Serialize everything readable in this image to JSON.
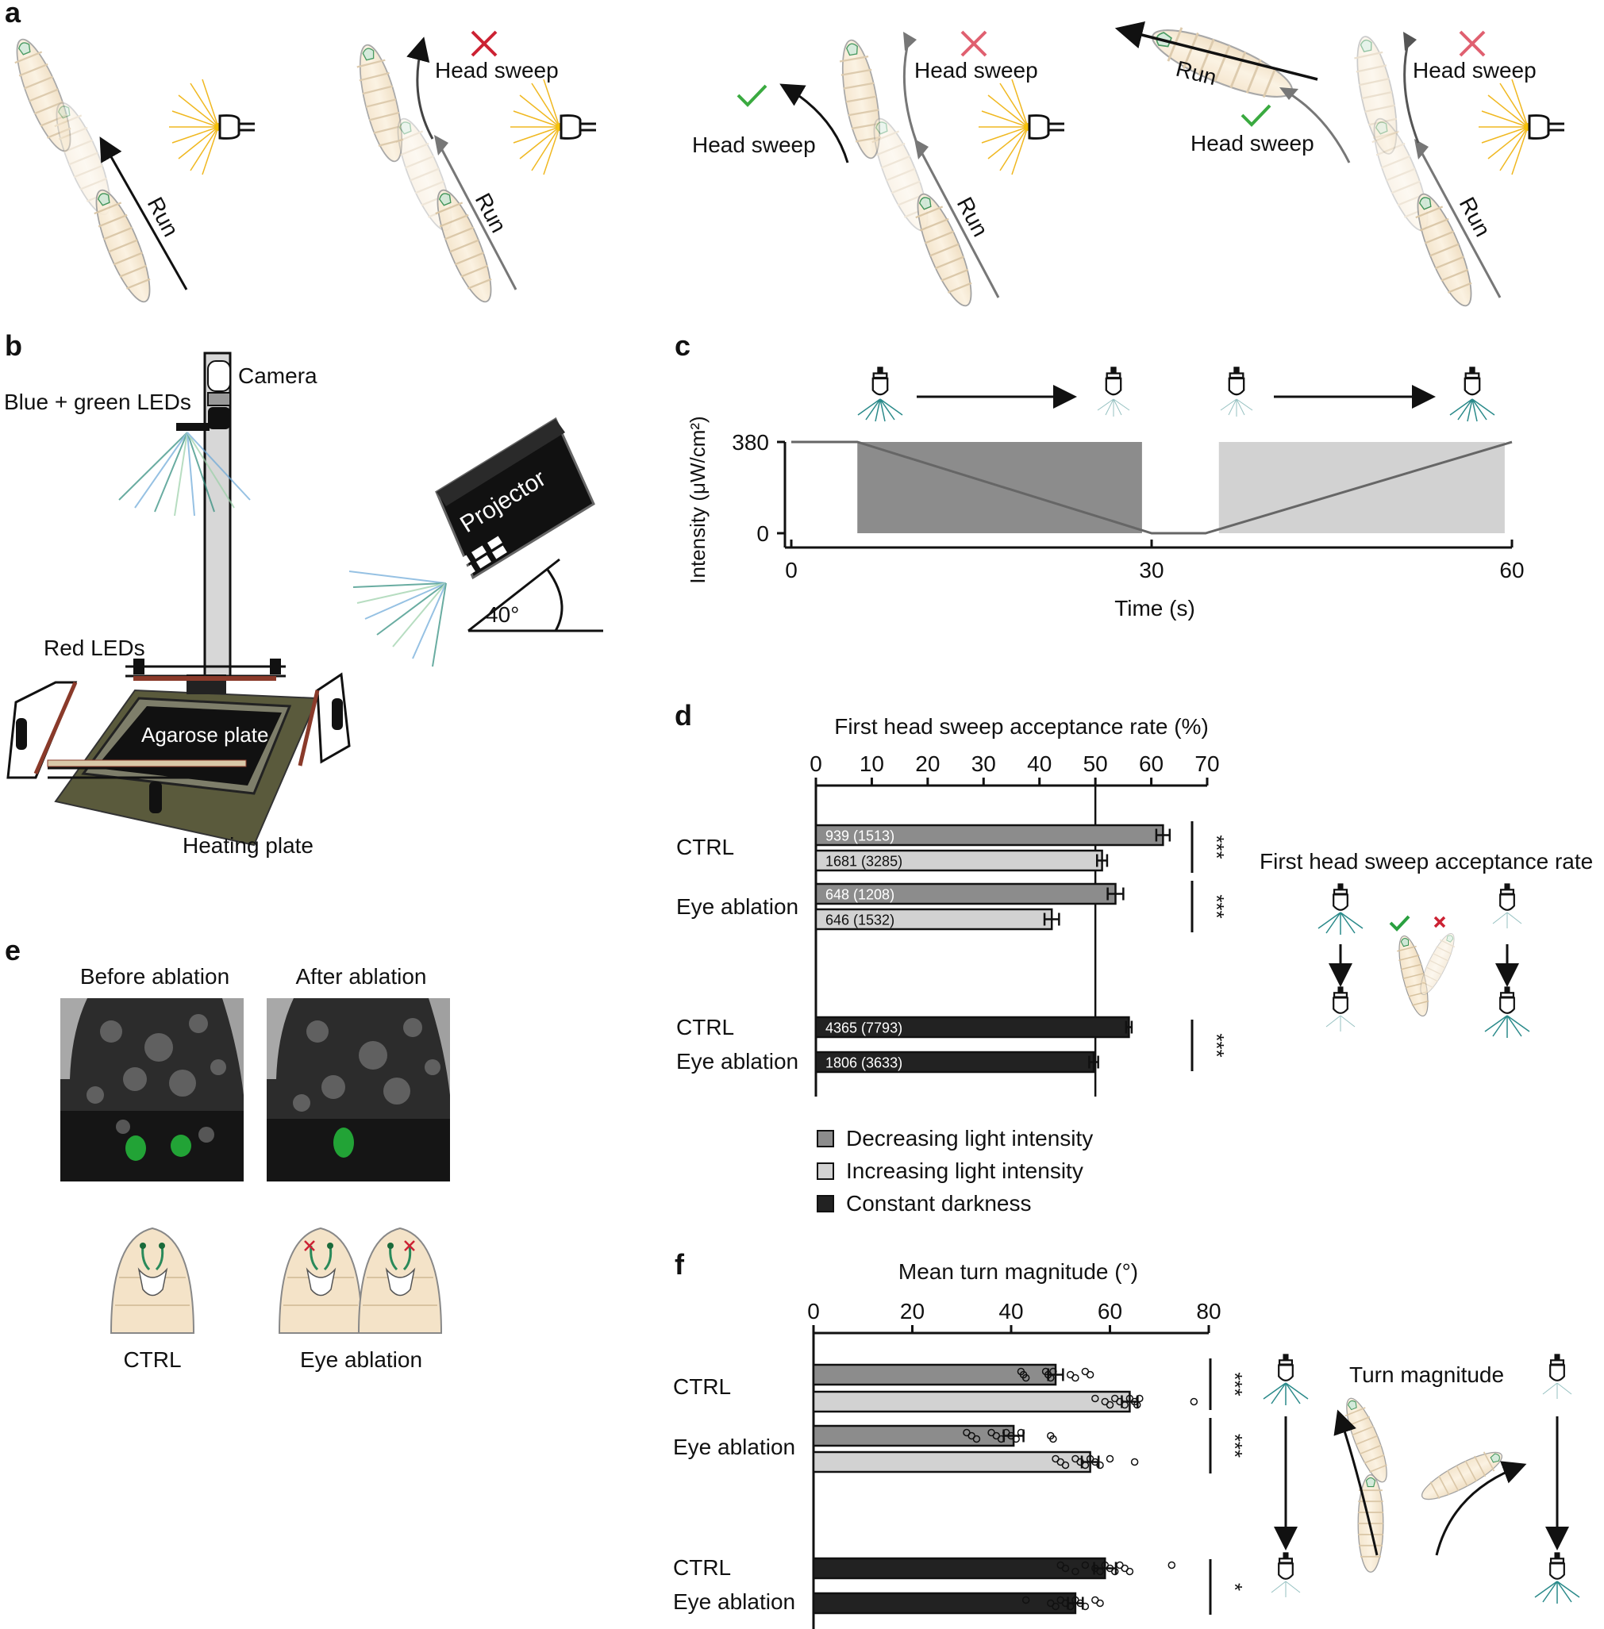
{
  "panel_letters": [
    "a",
    "b",
    "c",
    "d",
    "e",
    "f"
  ],
  "panel_a": {
    "run_label": "Run",
    "head_sweep_label": "Head sweep"
  },
  "panel_b": {
    "camera": "Camera",
    "leds": "Blue + green LEDs",
    "projector": "Projector",
    "angle": "40°",
    "red_leds": "Red LEDs",
    "agarose": "Agarose plate",
    "heating": "Heating plate"
  },
  "panel_e": {
    "before": "Before ablation",
    "after": "After ablation",
    "ctrl": "CTRL",
    "eye_ablation": "Eye ablation"
  },
  "panel_d_legend": [
    {
      "label": "Decreasing light intensity",
      "color": "#8c8c8c"
    },
    {
      "label": "Increasing light intensity",
      "color": "#d2d2d2"
    },
    {
      "label": "Constant darkness",
      "color": "#222222"
    }
  ],
  "panel_d_schematic_title": "First head sweep acceptance rate",
  "panel_f_schematic_title": "Turn magnitude",
  "chart_data": [
    {
      "panel": "c",
      "type": "line",
      "xlabel": "Time (s)",
      "ylabel": "Intensity (μW/cm²)",
      "xticks": [
        0,
        30,
        60
      ],
      "yticks": [
        0,
        380
      ],
      "xlim": [
        0,
        60
      ],
      "ylim": [
        0,
        380
      ],
      "x": [
        0,
        5.5,
        30,
        34.5,
        60
      ],
      "y": [
        380,
        380,
        0,
        0,
        380
      ],
      "shaded_regions": [
        {
          "x0": 5.5,
          "x1": 29.2,
          "color": "#8c8c8c"
        },
        {
          "x0": 35.6,
          "x1": 59.4,
          "color": "#d2d2d2"
        }
      ]
    },
    {
      "panel": "d",
      "type": "bar",
      "orientation": "horizontal",
      "xlabel": "First head sweep acceptance rate (%)",
      "xlim": [
        0,
        70
      ],
      "xticks": [
        0,
        10,
        20,
        30,
        40,
        50,
        60,
        70
      ],
      "reference_line": 50,
      "group_labels": [
        "CTRL",
        "Eye ablation",
        "CTRL",
        "Eye ablation"
      ],
      "bars": [
        {
          "group": "CTRL",
          "condition": "Decreasing light intensity",
          "value": 62.1,
          "error": 1.2,
          "label": "939 (1513)"
        },
        {
          "group": "CTRL",
          "condition": "Increasing light intensity",
          "value": 51.2,
          "error": 0.9,
          "label": "1681 (3285)"
        },
        {
          "group": "Eye ablation",
          "condition": "Decreasing light intensity",
          "value": 53.6,
          "error": 1.4,
          "label": "648 (1208)"
        },
        {
          "group": "Eye ablation",
          "condition": "Increasing light intensity",
          "value": 42.2,
          "error": 1.3,
          "label": "646 (1532)"
        },
        {
          "group": "CTRL",
          "condition": "Constant darkness",
          "value": 56.0,
          "error": 0.5,
          "label": "4365 (7793)"
        },
        {
          "group": "Eye ablation",
          "condition": "Constant darkness",
          "value": 49.7,
          "error": 0.8,
          "label": "1806 (3633)"
        }
      ],
      "significance": [
        "***",
        "***",
        "***"
      ]
    },
    {
      "panel": "f",
      "type": "bar",
      "orientation": "horizontal",
      "xlabel": "Mean turn magnitude (°)",
      "xlim": [
        0,
        80
      ],
      "xticks": [
        0,
        20,
        40,
        60,
        80
      ],
      "group_labels": [
        "CTRL",
        "Eye ablation",
        "CTRL",
        "Eye ablation"
      ],
      "bars": [
        {
          "group": "CTRL",
          "condition": "Decreasing light intensity",
          "value": 49,
          "error": 1.5,
          "points": [
            42,
            42.5,
            43,
            47,
            47.5,
            48,
            48.5,
            52,
            53,
            55,
            56
          ]
        },
        {
          "group": "CTRL",
          "condition": "Increasing light intensity",
          "value": 64,
          "error": 1.6,
          "points": [
            57,
            59,
            60,
            61,
            62,
            63,
            64,
            65,
            65.5,
            66,
            77
          ]
        },
        {
          "group": "Eye ablation",
          "condition": "Decreasing light intensity",
          "value": 40.5,
          "error": 2,
          "points": [
            31,
            32,
            33,
            36,
            37,
            38,
            39,
            40,
            41,
            42,
            48,
            48.5
          ]
        },
        {
          "group": "Eye ablation",
          "condition": "Increasing light intensity",
          "value": 56,
          "error": 1.7,
          "points": [
            49,
            50,
            51,
            53,
            54,
            55,
            56,
            57,
            58,
            60,
            65
          ]
        },
        {
          "group": "CTRL",
          "condition": "Constant darkness",
          "value": 59,
          "error": 2.2,
          "points": [
            50,
            51,
            53,
            55,
            57,
            58,
            59,
            60,
            61,
            62,
            63,
            64,
            72.5
          ]
        },
        {
          "group": "Eye ablation",
          "condition": "Constant darkness",
          "value": 53,
          "error": 1.5,
          "points": [
            43,
            48,
            49,
            50,
            51,
            52,
            53,
            54,
            55,
            57,
            58
          ]
        }
      ],
      "significance": [
        "***",
        "***",
        "*"
      ]
    }
  ]
}
